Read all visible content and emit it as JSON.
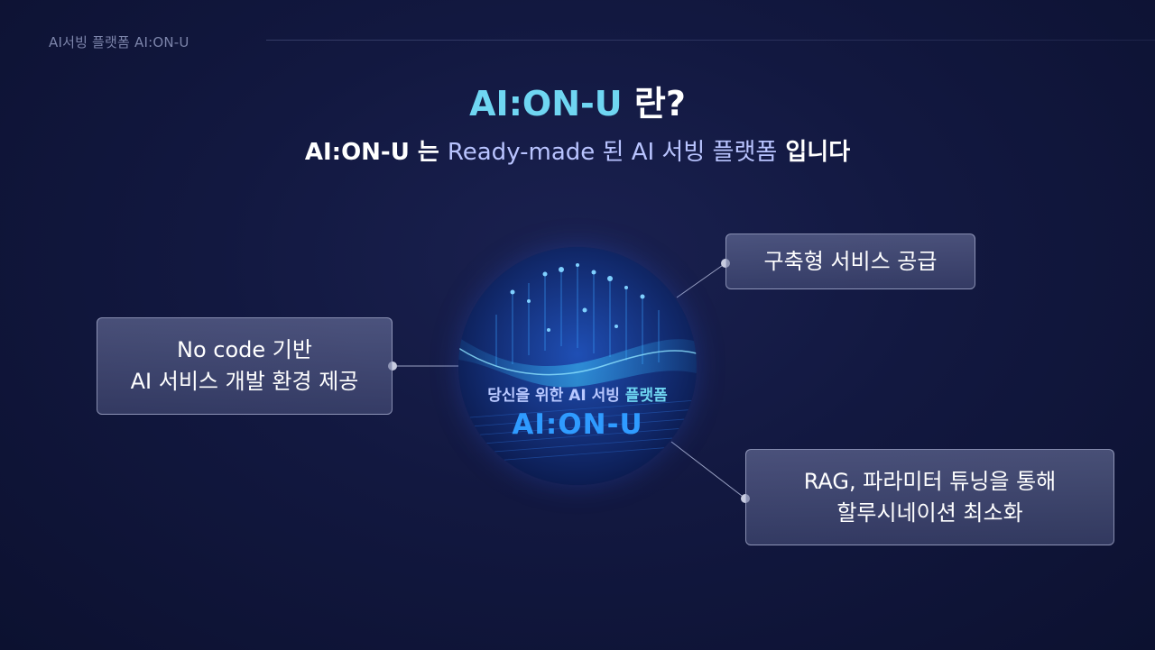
{
  "header": {
    "label": "AI서빙 플랫폼 AI:ON-U"
  },
  "title": {
    "accent": "AI:ON-U",
    "rest": " 란?"
  },
  "subtitle": {
    "pre": "AI:ON-U 는 ",
    "highlight": "Ready-made 된 AI 서빙 플랫폼",
    "post": " 입니다"
  },
  "orb": {
    "subtitle_pre": "당신을 위한 AI 서빙 ",
    "subtitle_accent": "플랫폼",
    "main": "AI:ON-U"
  },
  "features": {
    "left": {
      "line1": "No code 기반",
      "line2": "AI 서비스 개발 환경 제공"
    },
    "top": {
      "line1": "구축형 서비스 공급"
    },
    "bottom": {
      "line1": "RAG, 파라미터 튜닝을 통해",
      "line2": "할루시네이션 최소화"
    }
  },
  "colors": {
    "accent": "#6fd6f2",
    "highlight": "#b9c4ff",
    "orb_text": "#2f9bff",
    "background": "#141a45"
  }
}
